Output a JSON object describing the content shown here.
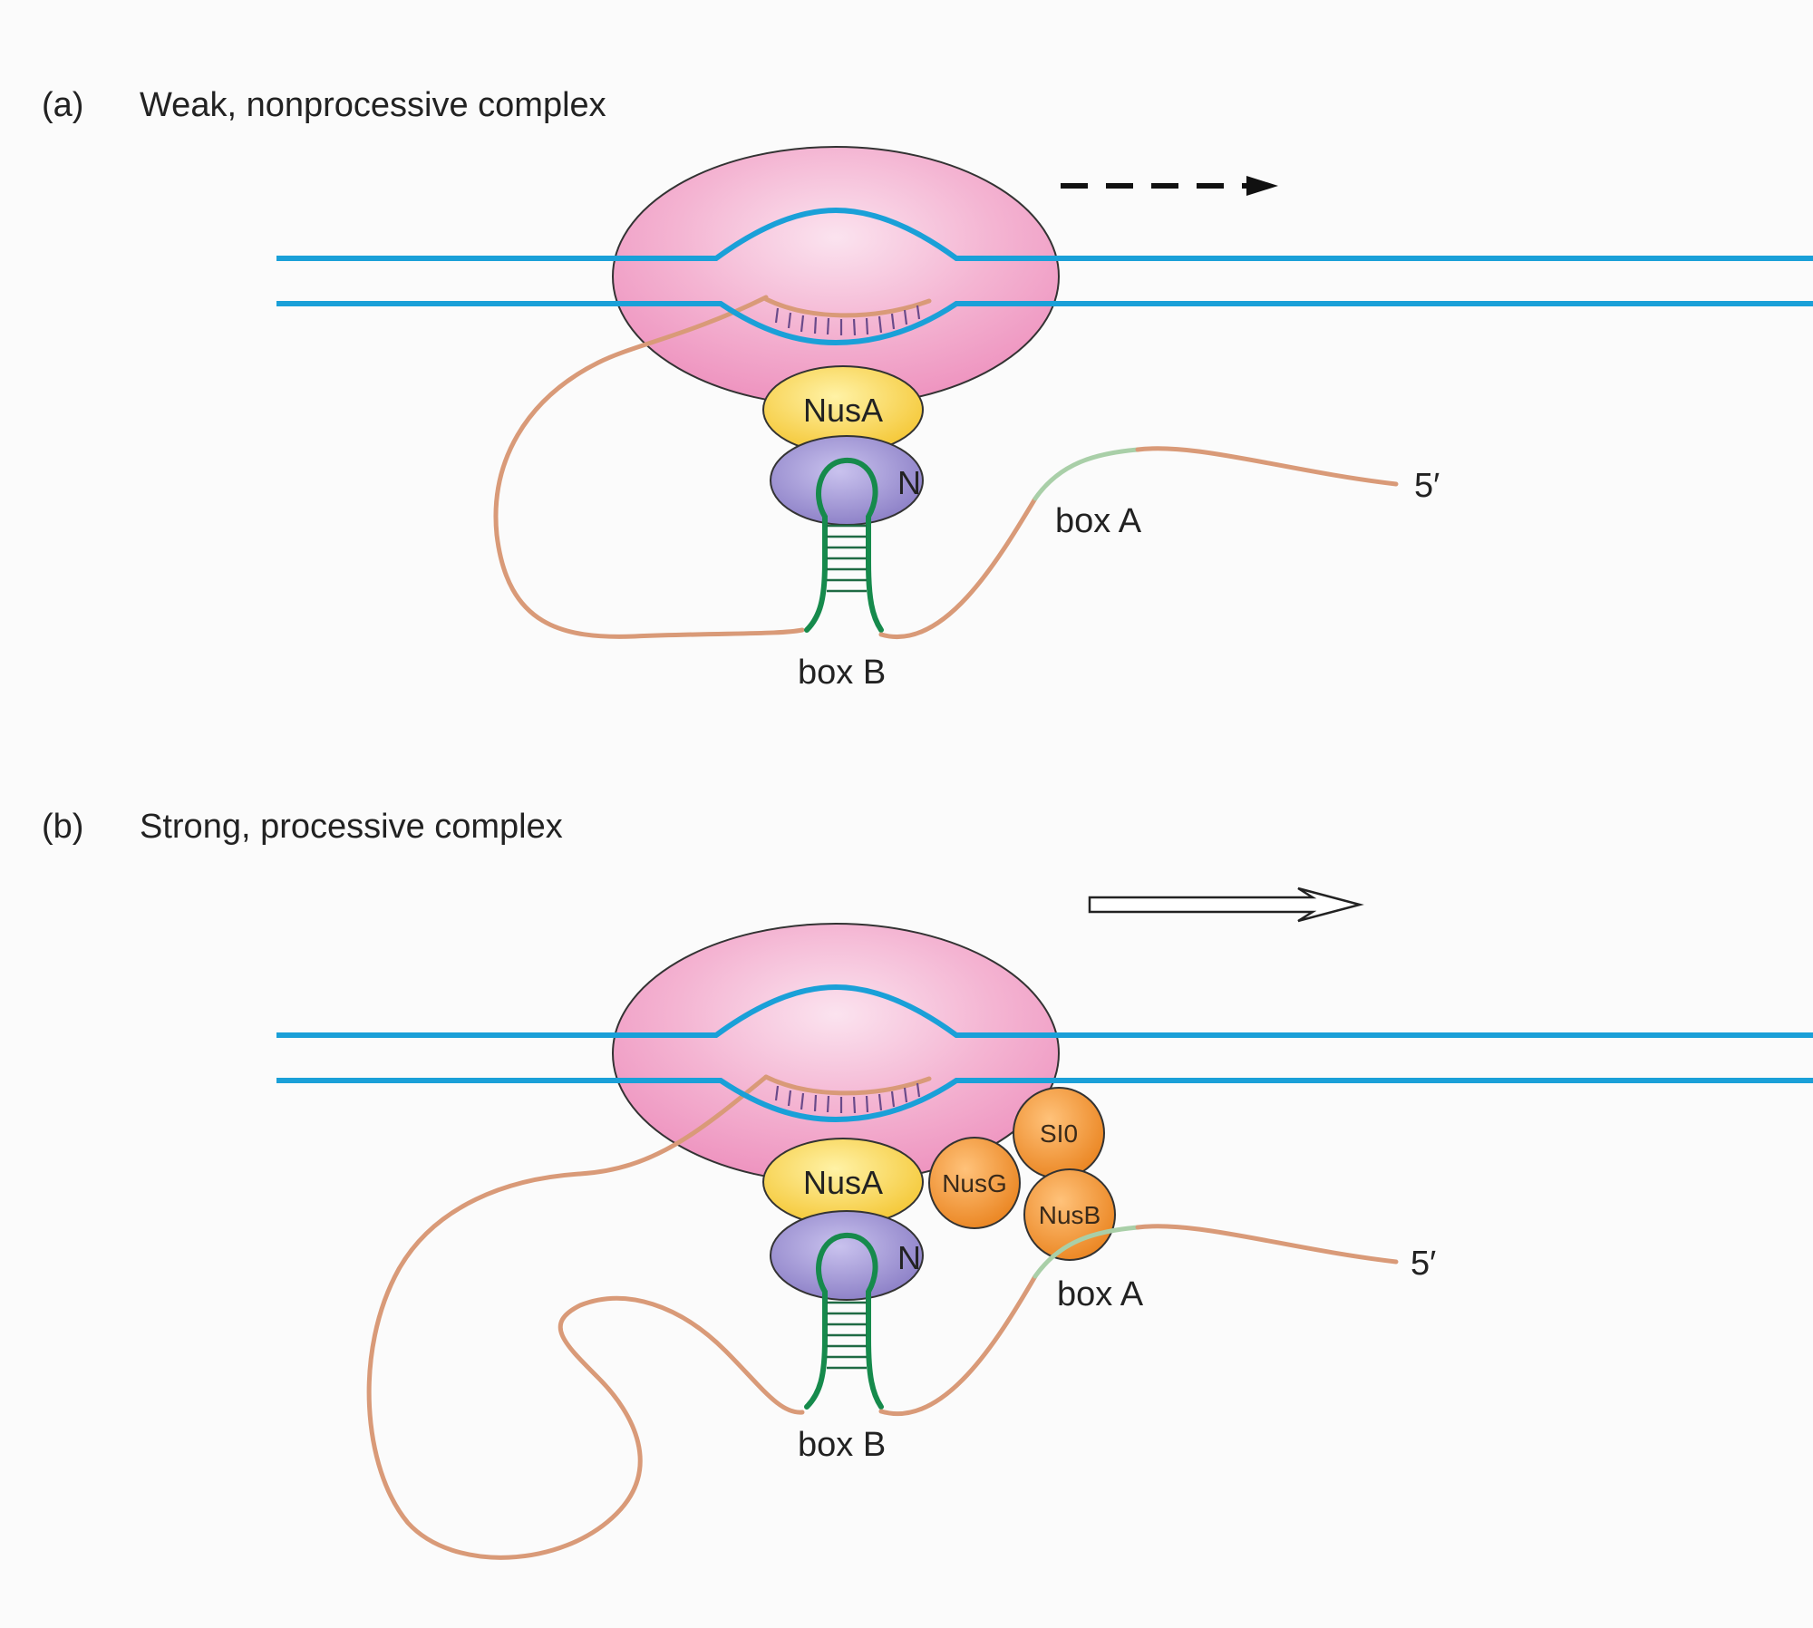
{
  "panels": [
    {
      "letter": "(a)",
      "title": "Weak, nonprocessive complex",
      "arrow": "dashed",
      "proteins": {
        "nusa": "NusA",
        "n": "N"
      },
      "labels": {
        "box_a": "box A",
        "box_b": "box B",
        "five_prime": "5′"
      }
    },
    {
      "letter": "(b)",
      "title": "Strong, processive complex",
      "arrow": "hollow",
      "proteins": {
        "nusa": "NusA",
        "n": "N",
        "nusg": "NusG",
        "s10": "SI0",
        "nusb": "NusB"
      },
      "labels": {
        "box_a": "box A",
        "box_b": "box B",
        "five_prime": "5′"
      }
    }
  ],
  "colors": {
    "polymerase": "#f2a8cc",
    "dna": "#1aa0d8",
    "rna": "#d99a78",
    "nusa": "#f7d040",
    "n_protein": "#9a8fd0",
    "stem_loop": "#168a4c",
    "box_a": "#a9cfa8",
    "nus_factors": "#f09030"
  }
}
